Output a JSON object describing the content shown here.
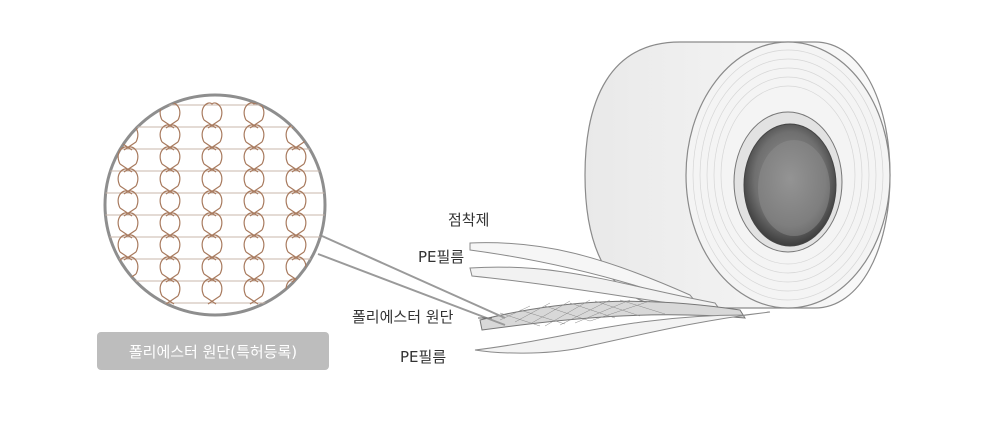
{
  "labels": {
    "adhesive": "점착제",
    "pe_film_top": "PE필름",
    "polyester_fabric": "폴리에스터 원단",
    "pe_film_bottom": "PE필름"
  },
  "badge": {
    "text": "폴리에스터 원단(특허등록)"
  },
  "colors": {
    "roll_face": "#f4f4f4",
    "roll_outline": "#8a8a8a",
    "core_dark": "#555555",
    "knit": "#a87a5e",
    "badge_bg": "#bdbdbd"
  },
  "icons": {
    "roll": "tape-roll-illustration",
    "magnifier": "magnified-fabric-circle"
  }
}
